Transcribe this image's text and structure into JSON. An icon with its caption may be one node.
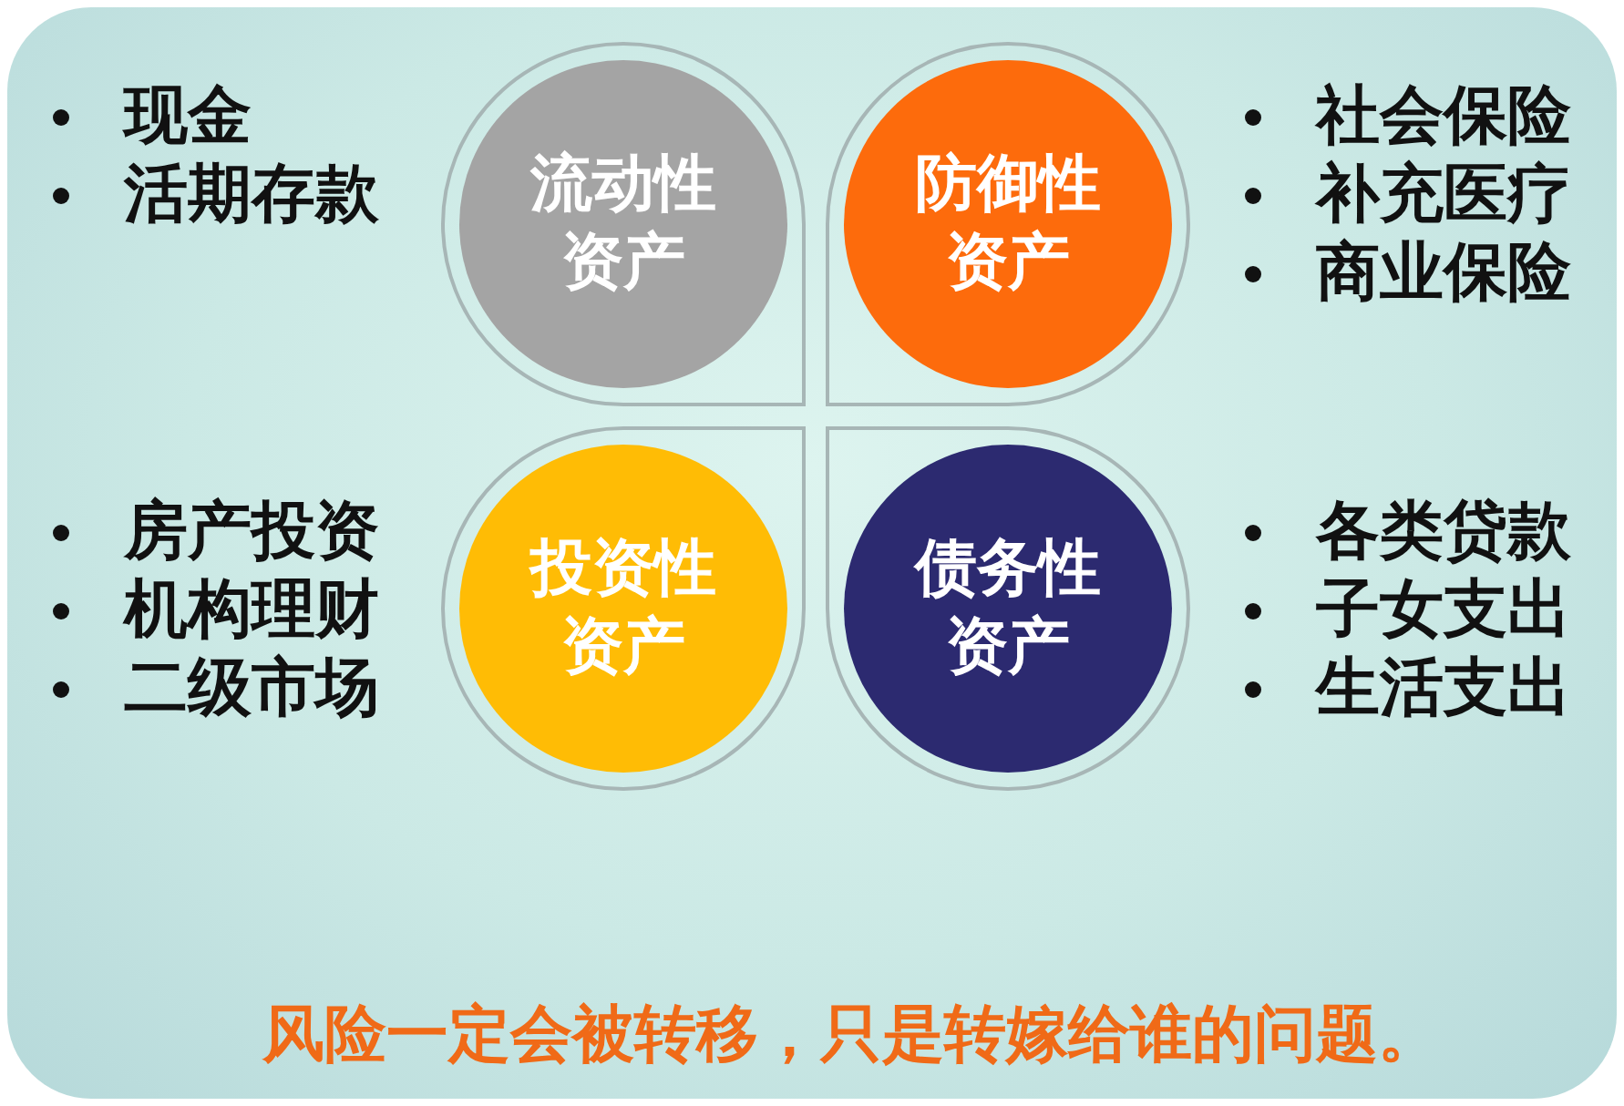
{
  "diagram": {
    "nodes": [
      {
        "text": [
          "流动性资产"
        ],
        "beside": [
          "现金",
          "活期存款"
        ]
      },
      {
        "text": [
          "防御性资产"
        ],
        "beside": [
          "社会保险",
          "补充医疗",
          "商业保险"
        ]
      },
      {
        "text": [
          "投资性资产"
        ],
        "beside": [
          "房产投资",
          "机构理财",
          "二级市场"
        ]
      },
      {
        "text": [
          "债务性资产"
        ],
        "beside": [
          "各类贷款",
          "子女支出",
          "生活支出"
        ]
      }
    ],
    "caption": "风险一定会被转移，只是转嫁给谁的问题。"
  }
}
